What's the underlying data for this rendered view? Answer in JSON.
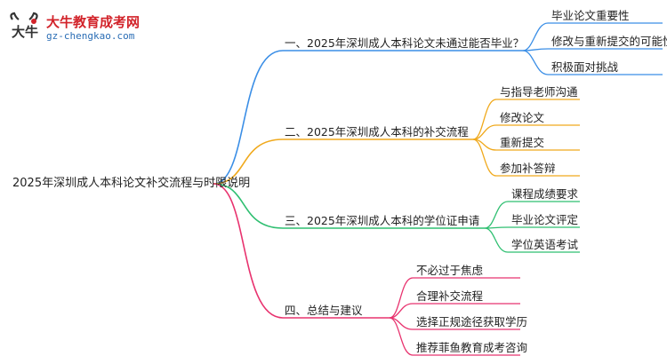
{
  "logo": {
    "title": "大牛教育成考网",
    "url": "gz-chengkao.com",
    "mark": "大牛"
  },
  "root": "2025年深圳成人本科论文补交流程与时限说明",
  "branches": [
    {
      "label": "一、2025年深圳成人本科论文未通过能否毕业？",
      "color": "#3a8ee6",
      "children": [
        "毕业论文重要性",
        "修改与重新提交的可能性",
        "积极面对挑战"
      ]
    },
    {
      "label": "二、2025年深圳成人本科的补交流程",
      "color": "#f0a91c",
      "children": [
        "与指导老师沟通",
        "修改论文",
        "重新提交",
        "参加补答辩"
      ]
    },
    {
      "label": "三、2025年深圳成人本科的学位证申请",
      "color": "#2fbf71",
      "children": [
        "课程成绩要求",
        "毕业论文评定",
        "学位英语考试"
      ]
    },
    {
      "label": "四、总结与建议",
      "color": "#e8336f",
      "children": [
        "不必过于焦虑",
        "合理补交流程",
        "选择正规途径获取学历",
        "推荐菲鱼教育成考咨询"
      ]
    }
  ]
}
